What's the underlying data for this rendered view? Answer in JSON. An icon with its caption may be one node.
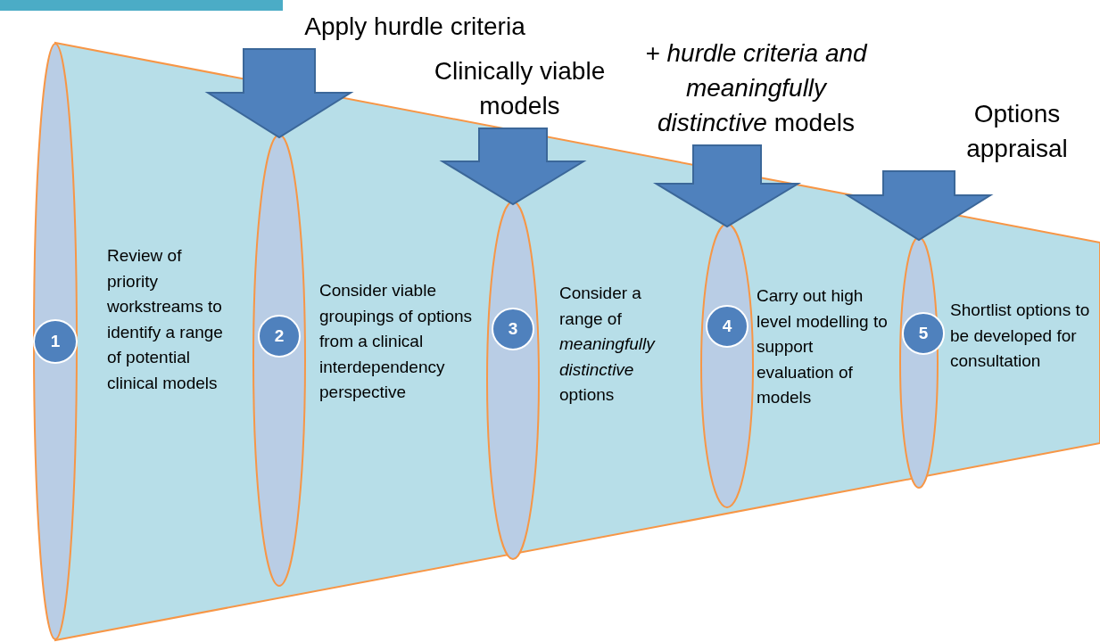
{
  "diagram": {
    "nodes": [
      {
        "text": [],
        "shape": "ellipse"
      },
      {
        "text": [
          "1"
        ],
        "in": 0,
        "beside": [
          "Review of priority workstreams to identify a range of potential clinical models"
        ]
      },
      {
        "text": [
          "Apply hurdle criteria"
        ]
      },
      {
        "text": [],
        "shape": "ellipse"
      },
      {
        "text": [
          "2"
        ],
        "in": 3,
        "beside": [
          "Consider viable groupings of options from a clinical interdependency perspective"
        ]
      },
      {
        "text": [
          "Clinically viable models"
        ]
      },
      {
        "text": [],
        "shape": "ellipse"
      },
      {
        "text": [
          "3"
        ],
        "in": 6,
        "beside": [
          "Consider a range of *meaningfully distinctive* options"
        ]
      },
      {
        "text": [
          "*+ hurdle criteria and meaningfully distinctive* models"
        ]
      },
      {
        "text": [],
        "shape": "ellipse"
      },
      {
        "text": [
          "4"
        ],
        "in": 9,
        "beside": [
          "Carry out high level modelling to support evaluation of models"
        ]
      },
      {
        "text": [
          "Options appraisal"
        ]
      },
      {
        "text": [],
        "shape": "ellipse"
      },
      {
        "text": [
          "5"
        ],
        "in": 12,
        "beside": [
          "Shortlist options to be developed for consultation"
        ]
      }
    ],
    "edges": [
      {
        "from": 2,
        "to": 3,
        "arrow": "to",
        "style": "thick"
      },
      {
        "from": 5,
        "to": 6,
        "arrow": "to",
        "style": "thick"
      },
      {
        "from": 8,
        "to": 9,
        "arrow": "to",
        "style": "thick"
      },
      {
        "from": 11,
        "to": 12,
        "arrow": "to",
        "style": "thick"
      }
    ]
  }
}
